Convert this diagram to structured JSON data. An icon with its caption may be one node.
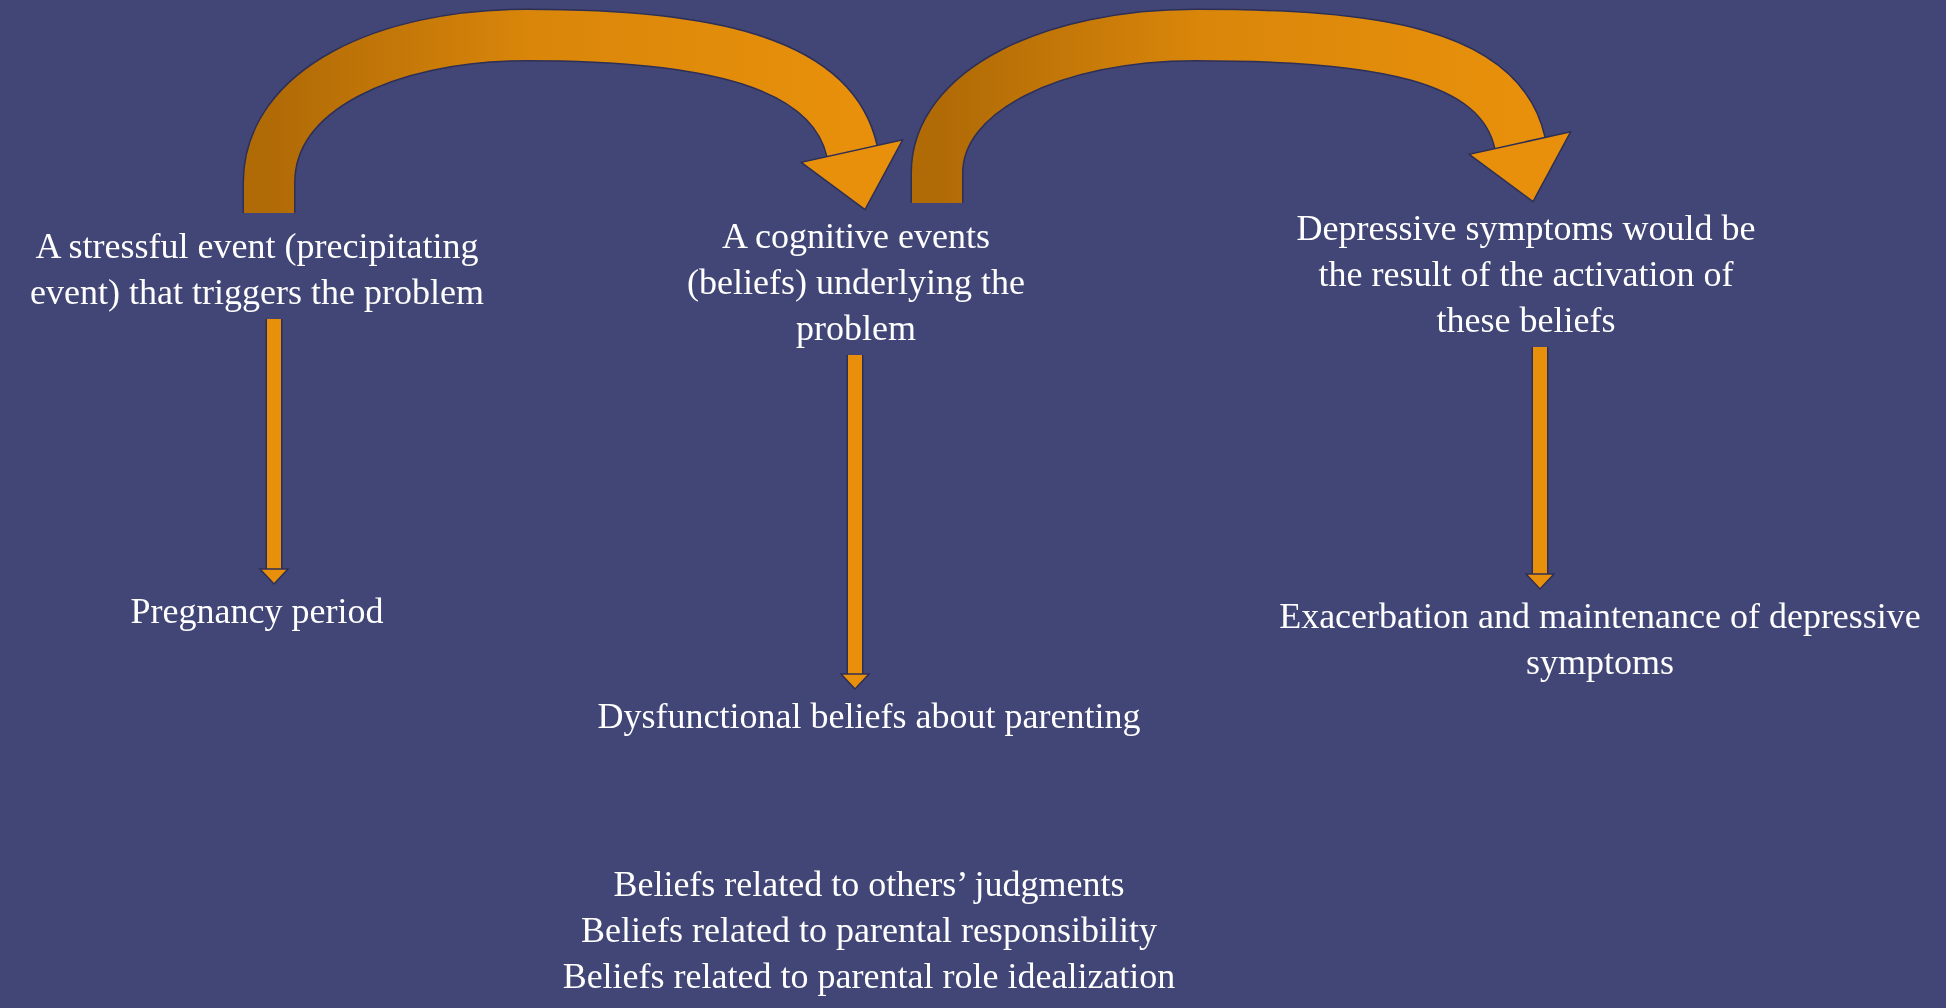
{
  "diagram": {
    "nodes": [
      {
        "text": [
          "A stressful event (precipitating event) that triggers the problem"
        ]
      },
      {
        "text": [
          "A cognitive events (beliefs) underlying the problem"
        ]
      },
      {
        "text": [
          "Depressive symptoms would be the result of the activation of these beliefs"
        ]
      },
      {
        "text": [
          "Pregnancy period"
        ]
      },
      {
        "text": [
          "Dysfunctional beliefs about parenting"
        ]
      },
      {
        "text": [
          "Exacerbation and maintenance of depressive symptoms"
        ]
      }
    ],
    "edges": [
      {
        "from": 0,
        "to": 1,
        "arrow": "to"
      },
      {
        "from": 1,
        "to": 2,
        "arrow": "to"
      },
      {
        "from": 0,
        "to": 3,
        "arrow": "to"
      },
      {
        "from": 1,
        "to": 4,
        "arrow": "to"
      },
      {
        "from": 2,
        "to": 5,
        "arrow": "to"
      }
    ],
    "labels": [
      "Beliefs related to others’ judgments",
      "Beliefs related to parental responsibility",
      "Beliefs related to parental role idealization"
    ]
  }
}
